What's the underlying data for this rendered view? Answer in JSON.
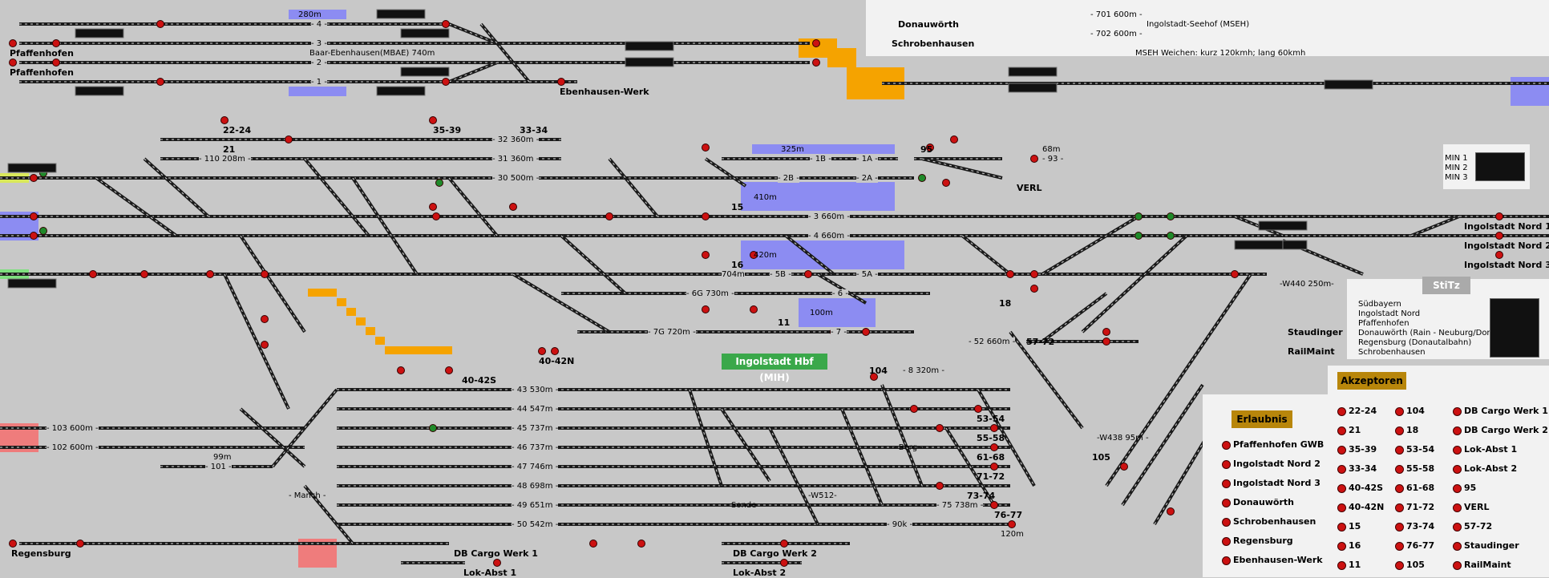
{
  "app": {
    "title": "Ingolstadt Hbf (MIH)"
  },
  "station_labels": [
    {
      "id": "pfaffenhofen-1",
      "text": "Pfaffenhofen"
    },
    {
      "id": "pfaffenhofen-2",
      "text": "Pfaffenhofen"
    },
    {
      "id": "ebenhausen-werk",
      "text": "Ebenhausen-Werk"
    },
    {
      "id": "donauwoerth",
      "text": "Donauwörth"
    },
    {
      "id": "schrobenhausen",
      "text": "Schrobenhausen"
    },
    {
      "id": "regensburg",
      "text": "Regensburg"
    },
    {
      "id": "db-cargo-1",
      "text": "DB Cargo Werk 1"
    },
    {
      "id": "db-cargo-2",
      "text": "DB Cargo Werk 2"
    },
    {
      "id": "lok-abst-1",
      "text": "Lok-Abst 1"
    },
    {
      "id": "lok-abst-2",
      "text": "Lok-Abst 2"
    },
    {
      "id": "in-nord-1",
      "text": "Ingolstadt Nord 1"
    },
    {
      "id": "in-nord-2",
      "text": "Ingolstadt Nord 2"
    },
    {
      "id": "in-nord-3",
      "text": "Ingolstadt Nord 3"
    },
    {
      "id": "verl",
      "text": "VERL"
    },
    {
      "id": "staudinger",
      "text": "Staudinger"
    },
    {
      "id": "railmaint",
      "text": "RailMaint"
    }
  ],
  "track_labels": [
    {
      "id": "t280",
      "text": "280m"
    },
    {
      "id": "t4",
      "text": "- 4 -"
    },
    {
      "id": "t3",
      "text": "- 3 -"
    },
    {
      "id": "tbaar",
      "text": "Baar-Ebenhausen(MBAE) 740m"
    },
    {
      "id": "t2",
      "text": "- 2 -"
    },
    {
      "id": "t1",
      "text": "- 1 -"
    },
    {
      "id": "t110",
      "text": "- 110 208m -"
    },
    {
      "id": "t32",
      "text": "- 32 360m -"
    },
    {
      "id": "t31",
      "text": "- 31 360m -"
    },
    {
      "id": "t30",
      "text": "- 30 500m -"
    },
    {
      "id": "t325",
      "text": "325m"
    },
    {
      "id": "t1b",
      "text": "- 1B -"
    },
    {
      "id": "t1a",
      "text": "- 1A -"
    },
    {
      "id": "t2b",
      "text": "- 2B -"
    },
    {
      "id": "t2a",
      "text": "- 2A -"
    },
    {
      "id": "t410",
      "text": "410m"
    },
    {
      "id": "t3660",
      "text": "- 3 660m -"
    },
    {
      "id": "t4660",
      "text": "- 4 660m -"
    },
    {
      "id": "t420",
      "text": "420m"
    },
    {
      "id": "t704",
      "text": "704m"
    },
    {
      "id": "t5b",
      "text": "- 5B -"
    },
    {
      "id": "t5a",
      "text": "- 5A -"
    },
    {
      "id": "t6g",
      "text": "- 6G 730m -"
    },
    {
      "id": "t6",
      "text": "- 6 -"
    },
    {
      "id": "t7g",
      "text": "- 7G 720m -"
    },
    {
      "id": "t7",
      "text": "- 7 -"
    },
    {
      "id": "t100",
      "text": "100m"
    },
    {
      "id": "t68",
      "text": "68m"
    },
    {
      "id": "t93",
      "text": "- 93 -"
    },
    {
      "id": "t52",
      "text": "- 52 660m -"
    },
    {
      "id": "t8",
      "text": "- 8 320m -"
    },
    {
      "id": "t43",
      "text": "- 43 530m -"
    },
    {
      "id": "t44",
      "text": "- 44 547m -"
    },
    {
      "id": "t45",
      "text": "- 45 737m -"
    },
    {
      "id": "t46",
      "text": "- 46 737m -"
    },
    {
      "id": "t47",
      "text": "- 47 746m -"
    },
    {
      "id": "t48",
      "text": "- 48 698m -"
    },
    {
      "id": "t49",
      "text": "- 49 651m -"
    },
    {
      "id": "t50",
      "text": "- 50 542m -"
    },
    {
      "id": "t103",
      "text": "- 103 600m -"
    },
    {
      "id": "t102",
      "text": "- 102 600m -"
    },
    {
      "id": "t101",
      "text": "- 101 -"
    },
    {
      "id": "t99",
      "text": "99m"
    },
    {
      "id": "tmanch",
      "text": "- Manch -"
    },
    {
      "id": "tberg",
      "text": "- Berg -"
    },
    {
      "id": "tw512",
      "text": "-W512-"
    },
    {
      "id": "tsonde",
      "text": "Sonde"
    },
    {
      "id": "t90k",
      "text": "- 90k -"
    },
    {
      "id": "t75",
      "text": "- 75 738m -"
    },
    {
      "id": "t120",
      "text": "120m"
    },
    {
      "id": "tw438",
      "text": "-W438 95m -"
    },
    {
      "id": "tw440",
      "text": "-W440 250m-"
    },
    {
      "id": "t701",
      "text": "- 701 600m -"
    },
    {
      "id": "t702",
      "text": "- 702 600m -"
    },
    {
      "id": "tseehof",
      "text": "Ingolstadt-Seehof (MSEH)"
    },
    {
      "id": "tmseh",
      "text": "MSEH Weichen: kurz 120kmh; lang 60kmh"
    }
  ],
  "route_numbers": [
    {
      "id": "r2224",
      "text": "22-24"
    },
    {
      "id": "r21",
      "text": "21"
    },
    {
      "id": "r3539",
      "text": "35-39"
    },
    {
      "id": "r3334",
      "text": "33-34"
    },
    {
      "id": "r95",
      "text": "95"
    },
    {
      "id": "r15",
      "text": "15"
    },
    {
      "id": "r16",
      "text": "16"
    },
    {
      "id": "r11",
      "text": "11"
    },
    {
      "id": "r18",
      "text": "18"
    },
    {
      "id": "r5772",
      "text": "57-72"
    },
    {
      "id": "r4042n",
      "text": "40-42N"
    },
    {
      "id": "r4042s",
      "text": "40-42S"
    },
    {
      "id": "r104",
      "text": "104"
    },
    {
      "id": "r5354",
      "text": "53-54"
    },
    {
      "id": "r5558",
      "text": "55-58"
    },
    {
      "id": "r6168",
      "text": "61-68"
    },
    {
      "id": "r7172",
      "text": "71-72"
    },
    {
      "id": "r7374",
      "text": "73-74"
    },
    {
      "id": "r7677",
      "text": "76-77"
    },
    {
      "id": "r105",
      "text": "105"
    }
  ],
  "min_panel": {
    "rows": [
      "MIN 1",
      "MIN 2",
      "MIN 3"
    ]
  },
  "stitz": {
    "title": "StiTz",
    "rows": [
      "Südbayern",
      "Ingolstadt Nord",
      "Pfaffenhofen",
      "Donauwörth     (Rain - Neuburg/Donau)",
      "Regensburg (Donautalbahn)",
      "Schrobenhausen"
    ]
  },
  "erlaubnis": {
    "title": "Erlaubnis",
    "items": [
      "Pfaffenhofen GWB",
      "Ingolstadt Nord 2",
      "Ingolstadt Nord 3",
      "Donauwörth",
      "Schrobenhausen",
      "Regensburg",
      "Ebenhausen-Werk"
    ]
  },
  "akzeptoren": {
    "title": "Akzeptoren",
    "col1": [
      "22-24",
      "21",
      "35-39",
      "33-34",
      "40-42S",
      "40-42N",
      "15",
      "16",
      "11"
    ],
    "col2": [
      "104",
      "18",
      "53-54",
      "55-58",
      "61-68",
      "71-72",
      "73-74",
      "76-77",
      "105"
    ],
    "col3": [
      "DB Cargo Werk 1",
      "DB Cargo Werk 2",
      "Lok-Abst 1",
      "Lok-Abst 2",
      "95",
      "VERL",
      "57-72",
      "Staudinger",
      "RailMaint"
    ]
  },
  "colors": {
    "background": "#c8c8c8",
    "track": "#1a1a1a",
    "signal_red": "#cc1111",
    "signal_green": "#1f8a2a",
    "occupied_blue": "#8c8cf2",
    "route_orange": "#f5a300",
    "edge_red": "#ef7c7c",
    "edge_green": "#7fe07f",
    "edge_yellow": "#d9e85a",
    "hbf_green": "#3aa84a",
    "header_gold": "#b8860b"
  }
}
